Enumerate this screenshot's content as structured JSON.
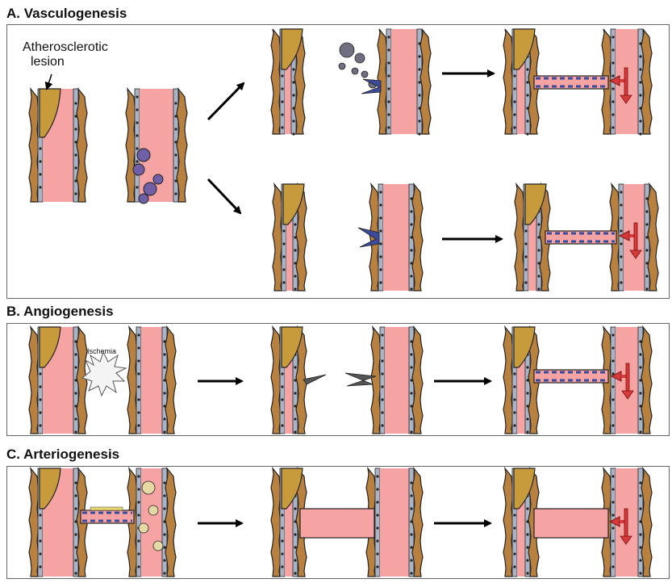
{
  "sections": {
    "a": {
      "title": "A. Vasculogenesis"
    },
    "b": {
      "title": "B. Angiogenesis"
    },
    "c": {
      "title": "C. Arteriogenesis"
    }
  },
  "labels": {
    "lesion_line1": "Atherosclerotic",
    "lesion_line2": "lesion",
    "ischemia": "Ischemia"
  },
  "colors": {
    "lumen": "#f5a3a3",
    "wall": "#b8813f",
    "lesion": "#c79a3c",
    "endothelium": "#a9b4c6",
    "cell": "#6f5fa6",
    "collateral": "#3b4a9a",
    "flow": "#d73a3a",
    "smooth_muscle": "#e8d66a"
  }
}
